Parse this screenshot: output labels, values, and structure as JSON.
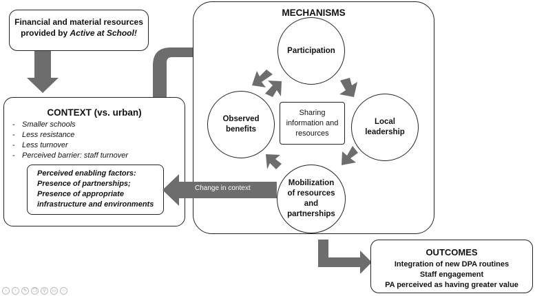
{
  "resources": {
    "line1": "Financial and material resources",
    "line2_prefix": "provided by ",
    "line2_italic": "Active at School!"
  },
  "mechanisms": {
    "title": "MECHANISMS",
    "participation": "Participation",
    "local_leadership": "Local leadership",
    "mobilization": "Mobilization of resources and partnerships",
    "observed_benefits": "Observed benefits",
    "sharing": "Sharing information and resources"
  },
  "context": {
    "title": "CONTEXT (vs. urban)",
    "items": [
      "Smaller schools",
      "Less resistance",
      "Less turnover",
      "Perceived barrier: staff turnover"
    ],
    "enabling": [
      "Perceived enabling factors:",
      "Presence of partnerships;",
      "Presence of appropriate",
      "infrastructure and environments"
    ]
  },
  "change_label": "Change in context",
  "outcomes": {
    "title": "OUTCOMES",
    "items": [
      "Integration of new DPA routines",
      "Staff engagement",
      "PA perceived as having greater value"
    ]
  },
  "colors": {
    "arrow": "#6d6d6d",
    "border": "#222222"
  },
  "toolbar_icons": [
    "back-icon",
    "forward-icon",
    "pen-icon",
    "copy-icon",
    "zoom-icon",
    "slides-icon",
    "more-icon"
  ]
}
